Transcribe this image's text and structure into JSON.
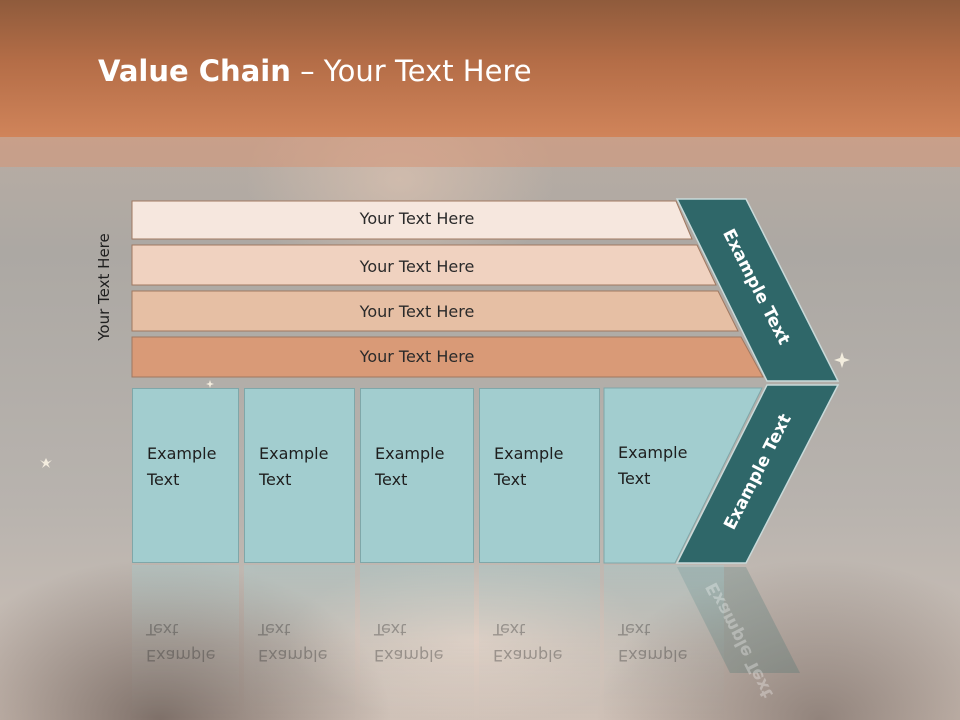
{
  "slide": {
    "title_bold": "Value Chain",
    "title_rest": " – Your Text Here",
    "side_label": "Your Text Here",
    "rows": [
      {
        "label": "Your Text Here",
        "color": "#f6e7de"
      },
      {
        "label": "Your Text Here",
        "color": "#f0d2c0"
      },
      {
        "label": "Your Text Here",
        "color": "#e6bfa4"
      },
      {
        "label": "Your Text Here",
        "color": "#d99a77"
      }
    ],
    "cards": [
      {
        "label": "Example Text"
      },
      {
        "label": "Example Text"
      },
      {
        "label": "Example Text"
      },
      {
        "label": "Example Text"
      },
      {
        "label": "Example Text"
      }
    ],
    "chevron_top_label": "Example Text",
    "chevron_bottom_label": "Example Text",
    "colors": {
      "header": "#c97d55",
      "card": "#a2cdcf",
      "chevron": "#2f6769"
    }
  }
}
